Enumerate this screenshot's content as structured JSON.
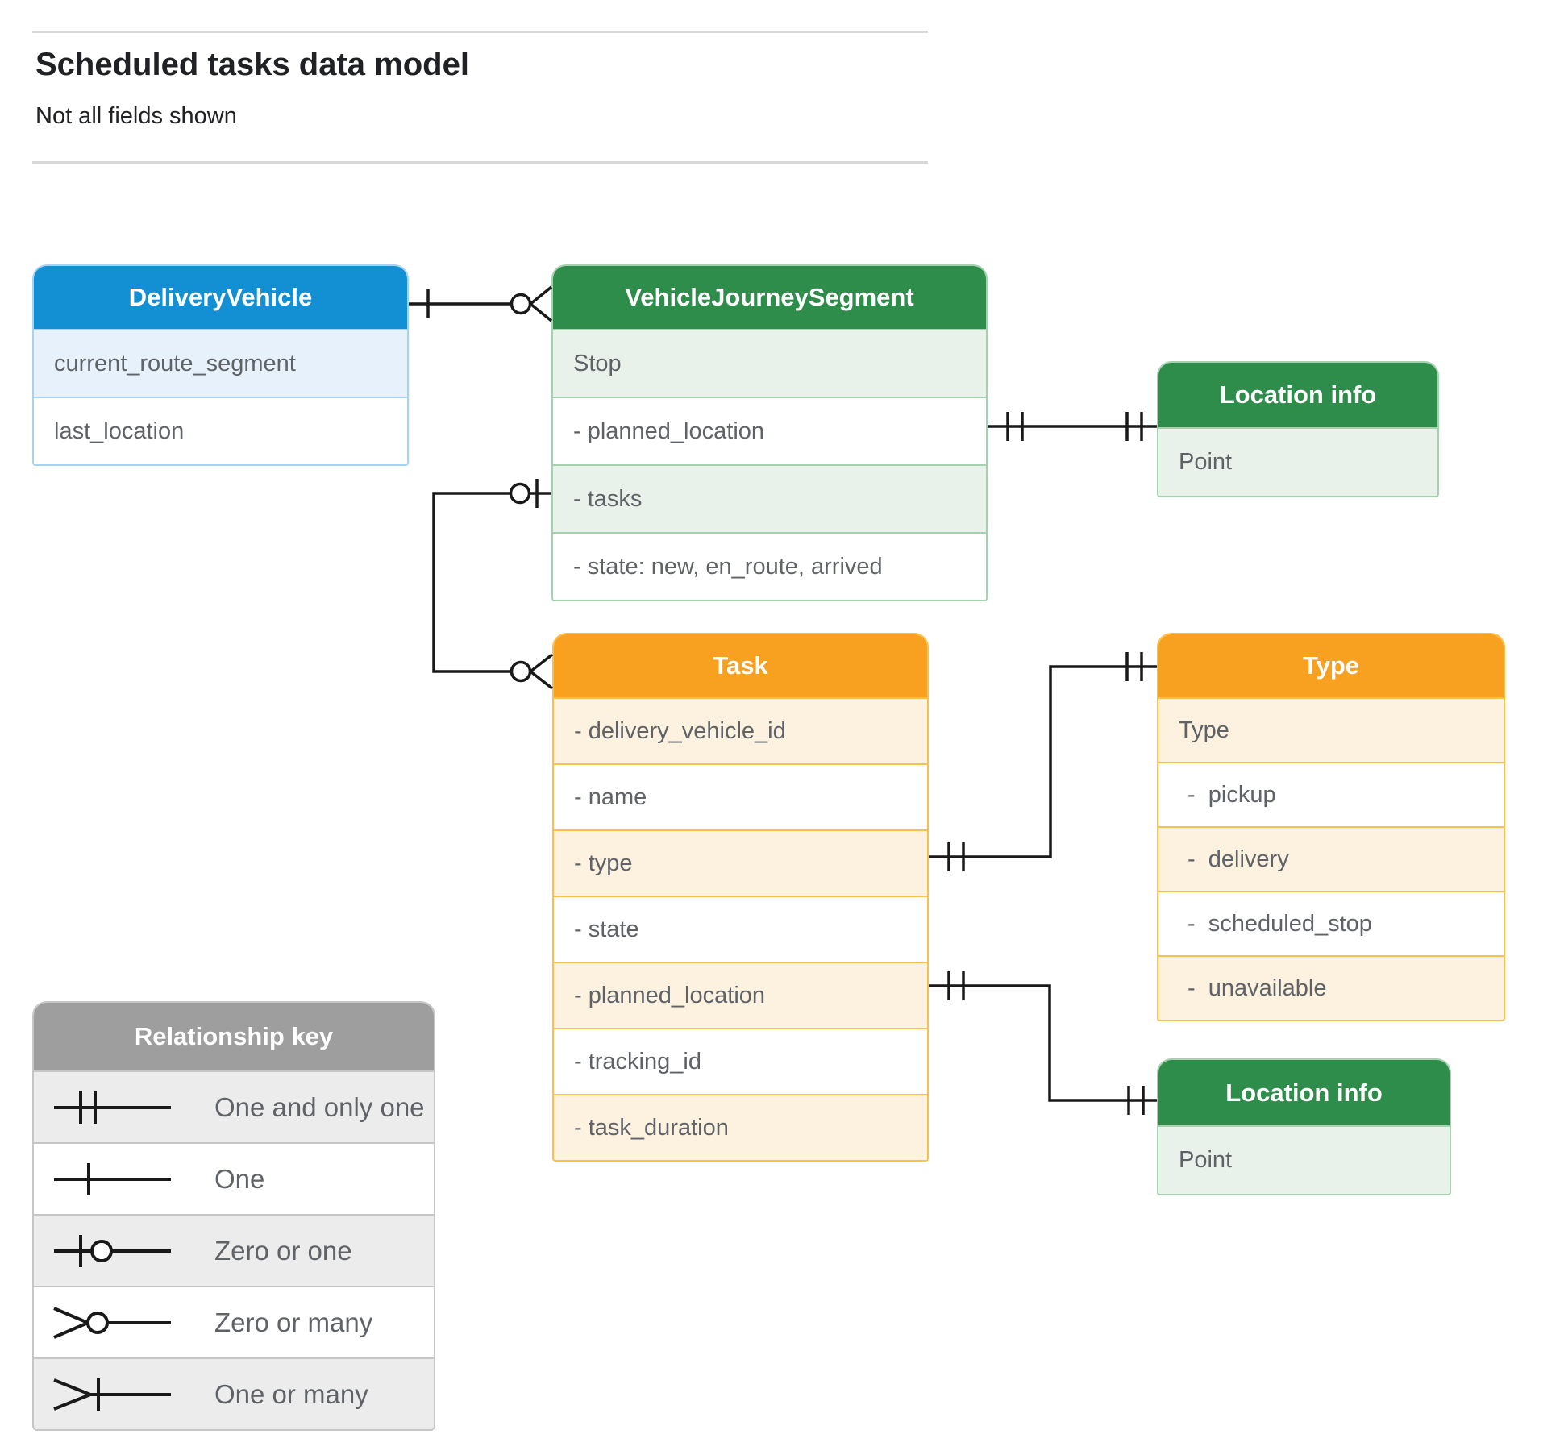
{
  "page": {
    "title": "Scheduled tasks data model",
    "subtitle": "Not all fields shown"
  },
  "entities": {
    "delivery_vehicle": {
      "title": "DeliveryVehicle",
      "rows": [
        "current_route_segment",
        "last_location"
      ]
    },
    "vehicle_journey_segment": {
      "title": "VehicleJourneySegment",
      "rows": [
        "Stop",
        "- planned_location",
        "- tasks",
        "- state: new, en_route, arrived"
      ]
    },
    "location_info_top": {
      "title": "Location info",
      "rows": [
        "Point"
      ]
    },
    "task": {
      "title": "Task",
      "rows": [
        "- delivery_vehicle_id",
        "- name",
        "- type",
        "- state",
        "- planned_location",
        "- tracking_id",
        "- task_duration"
      ]
    },
    "type": {
      "title": "Type",
      "rows": [
        "Type",
        "-  pickup",
        "-  delivery",
        "-  scheduled_stop",
        "-  unavailable"
      ]
    },
    "location_info_bottom": {
      "title": "Location info",
      "rows": [
        "Point"
      ]
    }
  },
  "legend": {
    "title": "Relationship key",
    "items": [
      {
        "symbol": "one-and-only-one",
        "label": "One and only one"
      },
      {
        "symbol": "one",
        "label": "One"
      },
      {
        "symbol": "zero-or-one",
        "label": "Zero or one"
      },
      {
        "symbol": "zero-or-many",
        "label": "Zero or many"
      },
      {
        "symbol": "one-or-many",
        "label": "One or many"
      }
    ]
  },
  "relationships": [
    {
      "from": "DeliveryVehicle",
      "to": "VehicleJourneySegment",
      "from_cardinality": "one",
      "to_cardinality": "zero-or-many"
    },
    {
      "from": "VehicleJourneySegment.planned_location",
      "to": "Location info",
      "from_cardinality": "one-and-only-one",
      "to_cardinality": "one-and-only-one"
    },
    {
      "from": "VehicleJourneySegment.tasks",
      "to": "Task",
      "from_cardinality": "zero-or-one",
      "to_cardinality": "zero-or-many"
    },
    {
      "from": "Task.type",
      "to": "Type",
      "from_cardinality": "one-and-only-one",
      "to_cardinality": "one-and-only-one"
    },
    {
      "from": "Task.planned_location",
      "to": "Location info",
      "from_cardinality": "one-and-only-one",
      "to_cardinality": "one-and-only-one"
    }
  ],
  "colors": {
    "blue_header": "#1390d4",
    "blue_row": "#e7f1fc",
    "blue_border": "#a8d2f1",
    "green_header": "#2f8d4b",
    "green_row": "#e8f2eb",
    "green_border": "#a5d1ae",
    "orange_header": "#f8a120",
    "orange_row": "#fdf2e0",
    "orange_border": "#fbc049",
    "gray_header": "#9e9e9e",
    "gray_row": "#ececec",
    "gray_border": "#c6c6c6",
    "line": "#191919",
    "row_text": "#5f6368",
    "title_text": "#202124"
  }
}
